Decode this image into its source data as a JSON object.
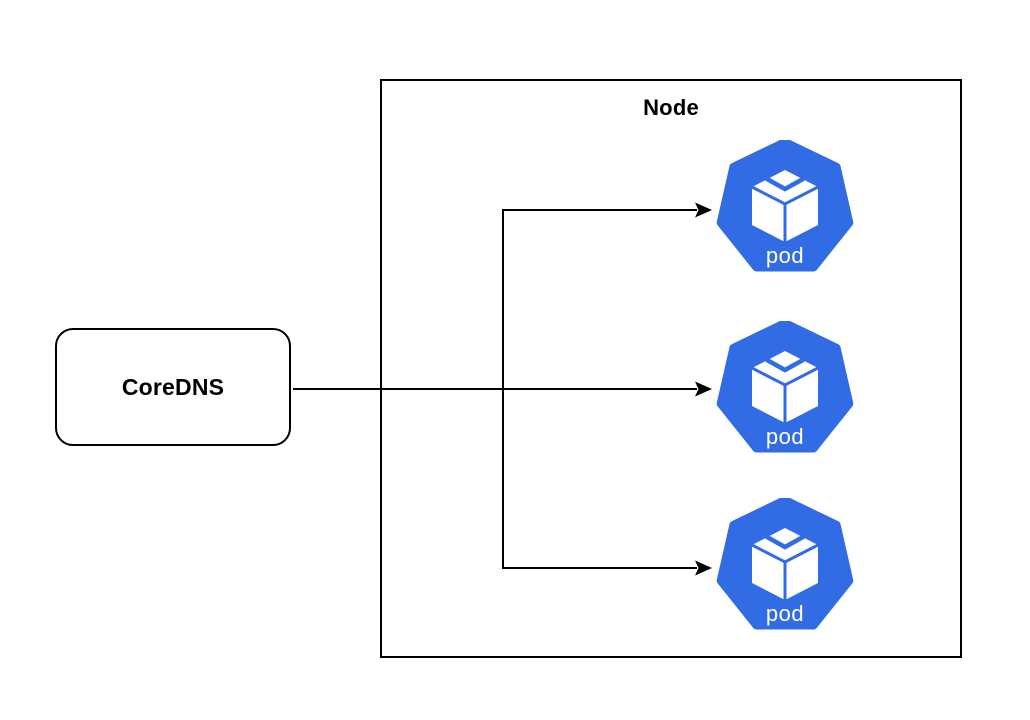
{
  "diagram": {
    "type": "kubernetes-architecture-diagram",
    "background_color": "#ffffff",
    "line_color": "#000000",
    "node": {
      "label": "Node"
    },
    "coredns": {
      "label": "CoreDNS"
    },
    "pods": [
      {
        "label": "pod"
      },
      {
        "label": "pod"
      },
      {
        "label": "pod"
      }
    ],
    "colors": {
      "kubernetes_blue": "#326CE5",
      "icon_foreground": "#ffffff",
      "border_black": "#000000"
    },
    "connections": [
      {
        "from": "CoreDNS",
        "to": "pod-1",
        "style": "arrow"
      },
      {
        "from": "CoreDNS",
        "to": "pod-2",
        "style": "arrow"
      },
      {
        "from": "CoreDNS",
        "to": "pod-3",
        "style": "arrow"
      }
    ]
  }
}
